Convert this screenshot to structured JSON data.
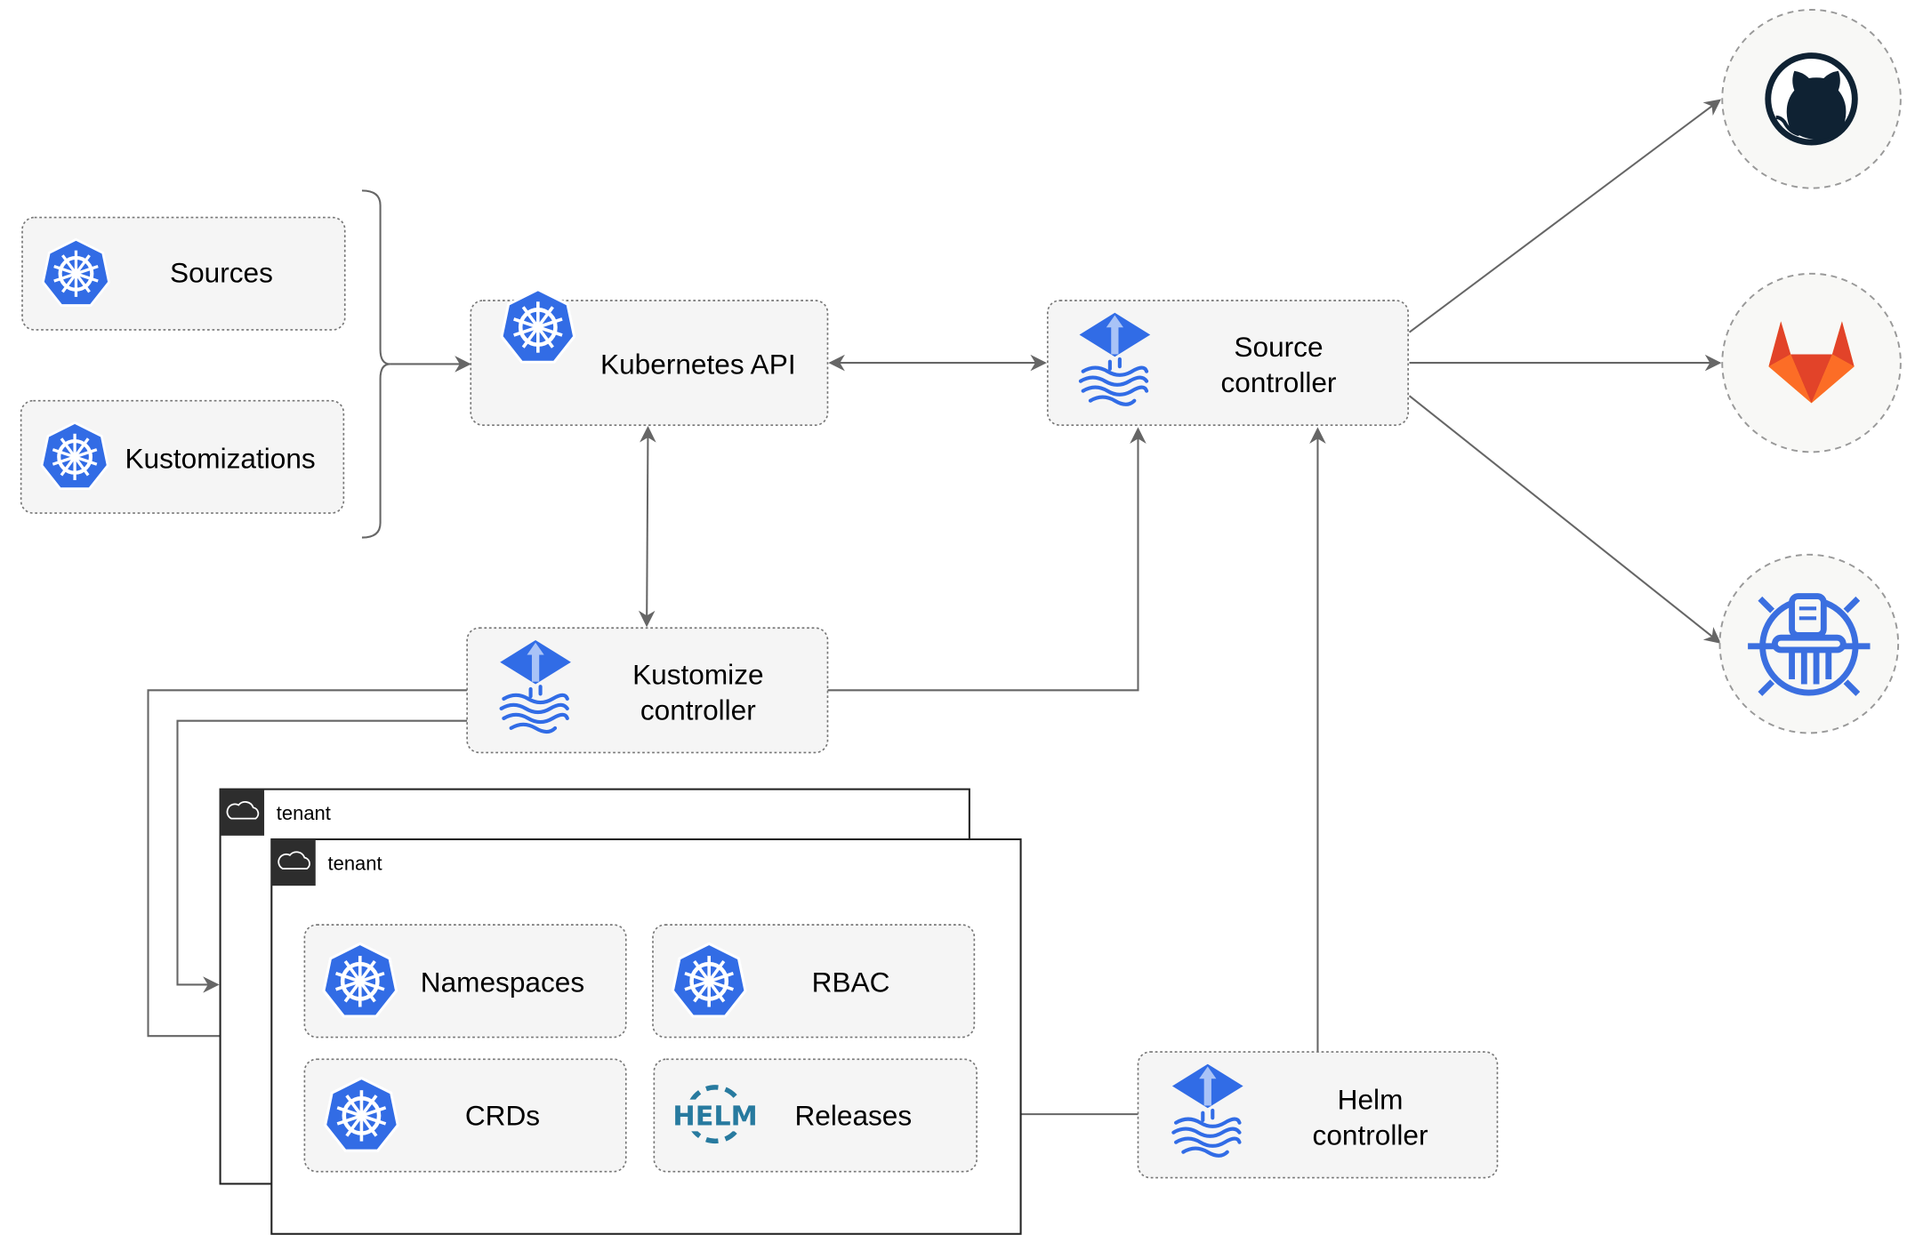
{
  "nodes": {
    "sources": "Sources",
    "kustomizations": "Kustomizations",
    "kubernetes_api": "Kubernetes API",
    "source_controller": [
      "Source",
      "controller"
    ],
    "kustomize_controller": [
      "Kustomize",
      "controller"
    ],
    "helm_controller": [
      "Helm",
      "controller"
    ],
    "tenant_back": "tenant",
    "tenant_front": "tenant",
    "namespaces": "Namespaces",
    "rbac": "RBAC",
    "crds": "CRDs",
    "releases": "Releases",
    "helm_logo_text": "HELM"
  },
  "external_sources": [
    "github-icon",
    "gitlab-icon",
    "bucket-icon"
  ],
  "colors": {
    "kubernetes_blue": "#326ce5",
    "flux_blue": "#316ce6",
    "gitlab_orange": "#e24329",
    "github_dark": "#0f2233",
    "helm_blue": "#277a9f",
    "edge": "#666666"
  }
}
